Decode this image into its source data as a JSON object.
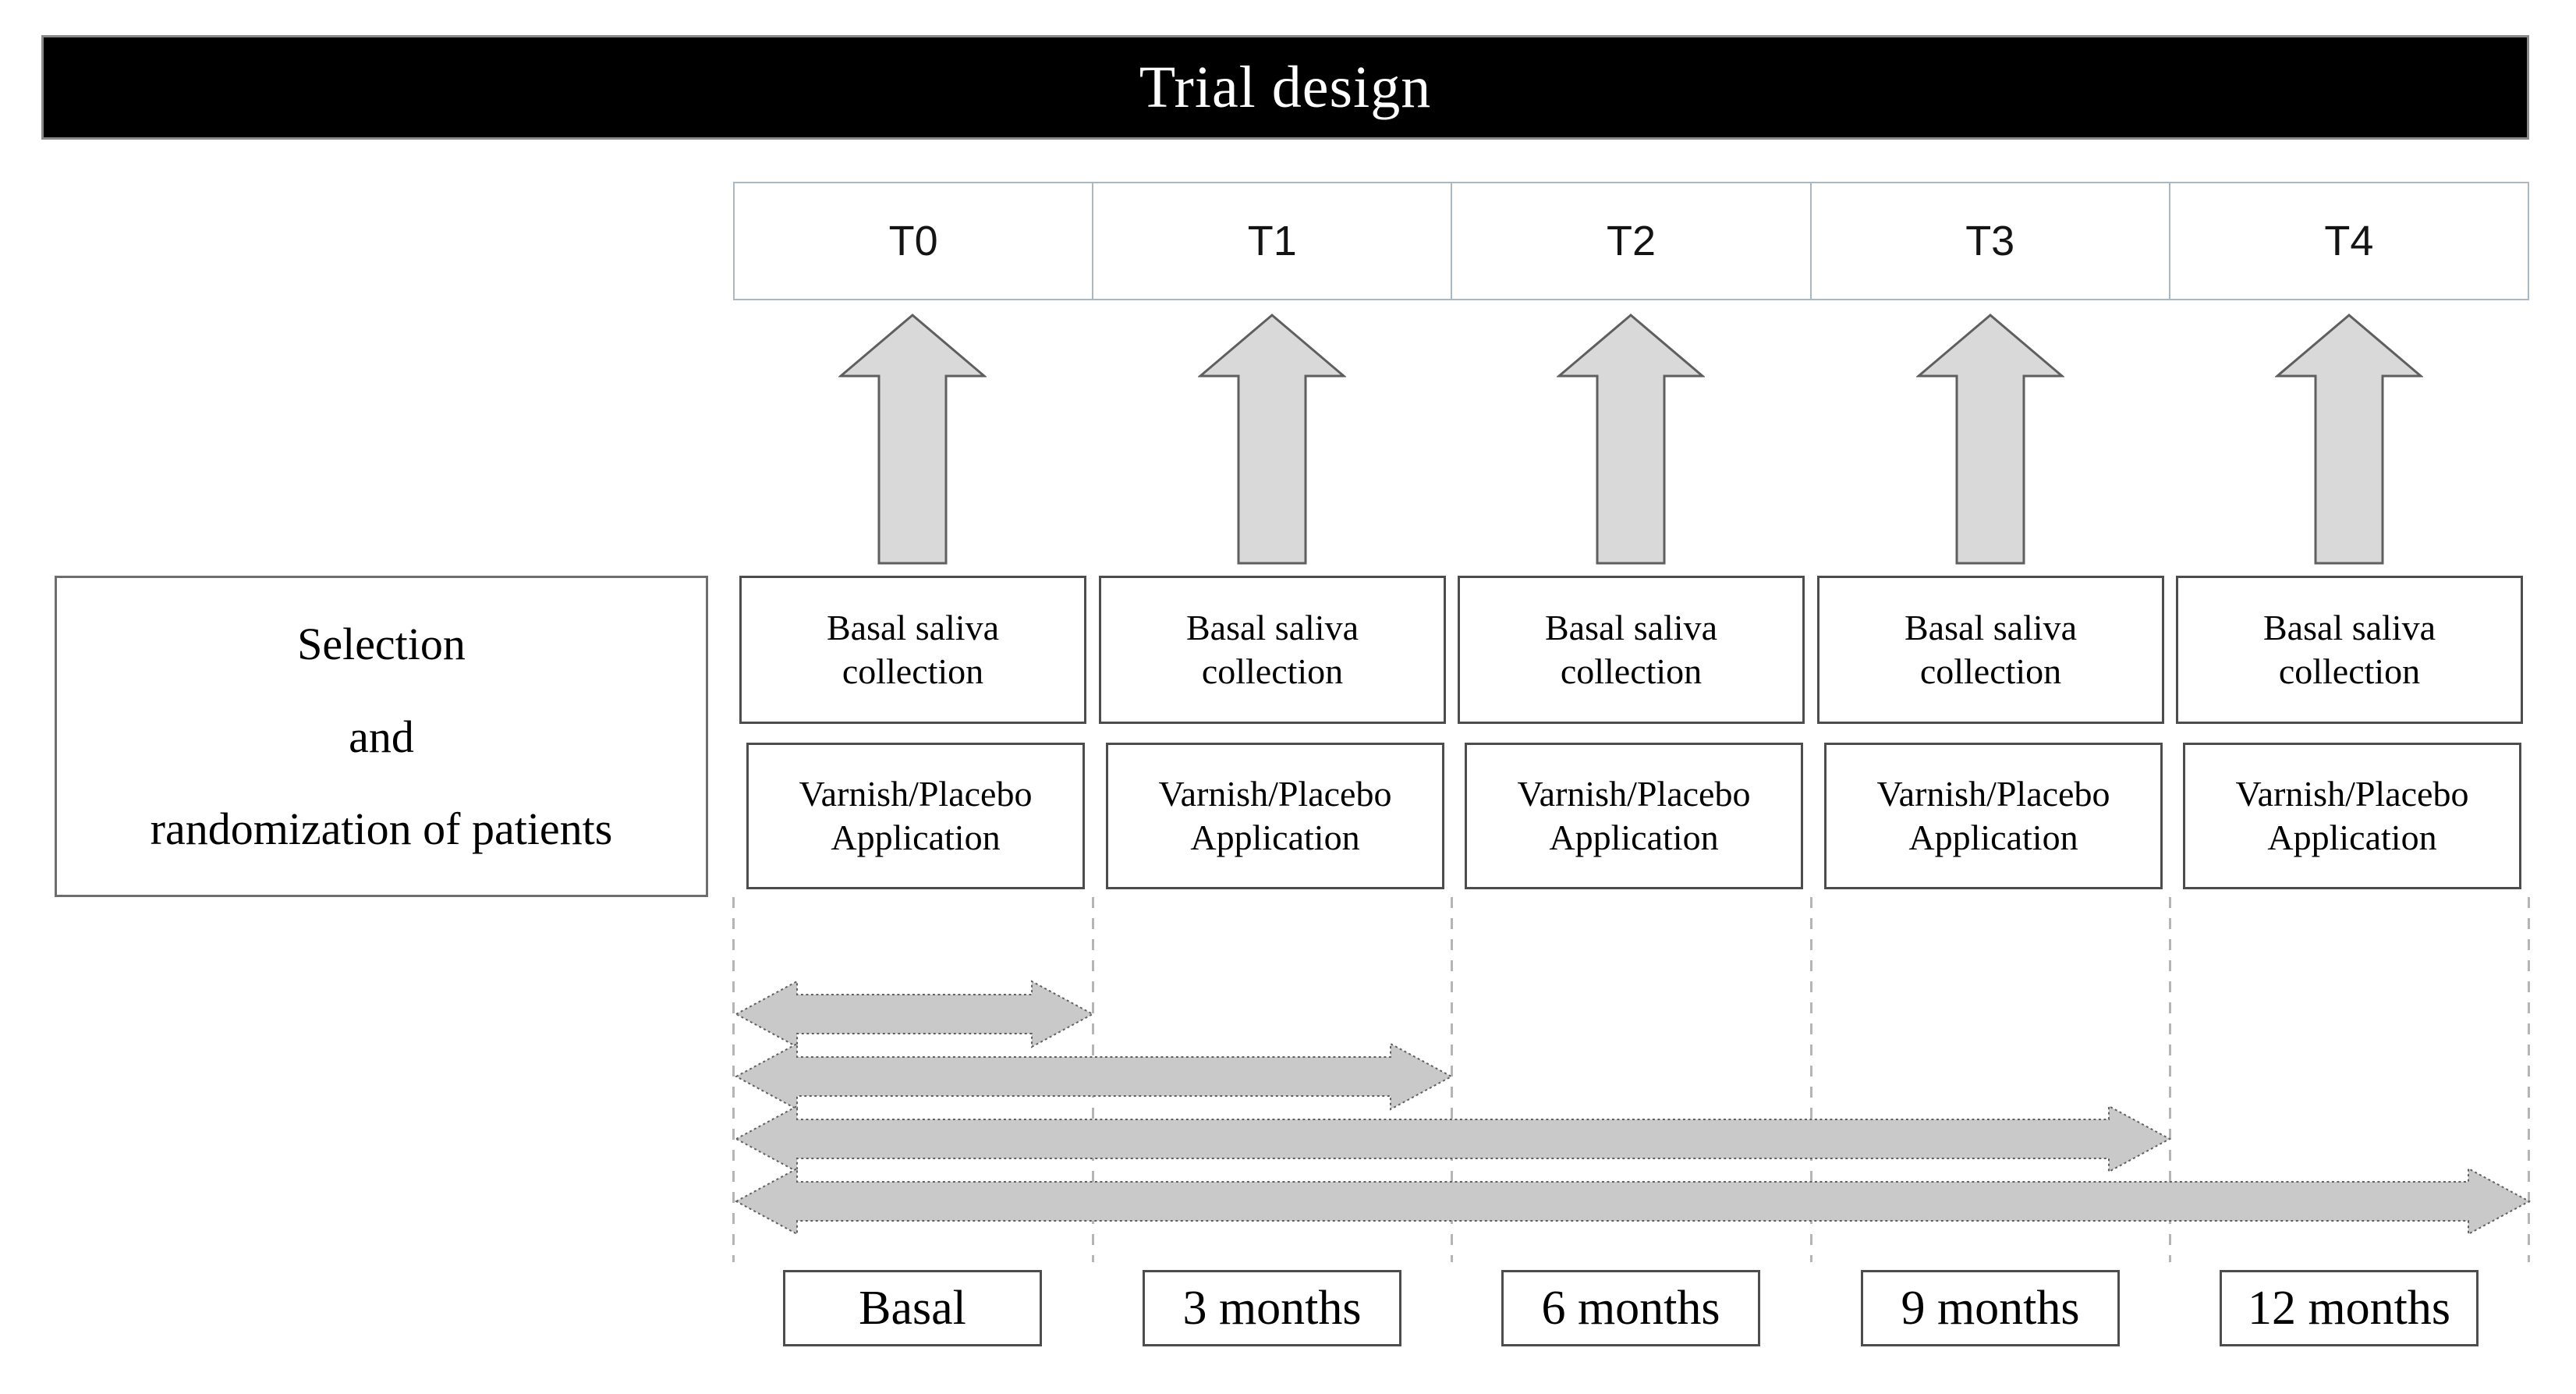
{
  "title": "Trial design",
  "columns": [
    {
      "timepoint": "T0",
      "period": "Basal",
      "collection": {
        "line1": "Basal saliva",
        "line2": "collection"
      },
      "application": {
        "line1": "Varnish/Placebo",
        "line2": "Application"
      }
    },
    {
      "timepoint": "T1",
      "period": "3 months",
      "collection": {
        "line1": "Basal saliva",
        "line2": "collection"
      },
      "application": {
        "line1": "Varnish/Placebo",
        "line2": "Application"
      }
    },
    {
      "timepoint": "T2",
      "period": "6 months",
      "collection": {
        "line1": "Basal saliva",
        "line2": "collection"
      },
      "application": {
        "line1": "Varnish/Placebo",
        "line2": "Application"
      }
    },
    {
      "timepoint": "T3",
      "period": "9 months",
      "collection": {
        "line1": "Basal saliva",
        "line2": "collection"
      },
      "application": {
        "line1": "Varnish/Placebo",
        "line2": "Application"
      }
    },
    {
      "timepoint": "T4",
      "period": "12 months",
      "collection": {
        "line1": "Basal saliva",
        "line2": "collection"
      },
      "application": {
        "line1": "Varnish/Placebo",
        "line2": "Application"
      }
    }
  ],
  "selection_box": {
    "line1": "Selection",
    "line2": "and",
    "line3": "randomization of patients"
  },
  "duration_arrows": [
    {
      "span_columns": 1,
      "covers_period_columns": [
        "Basal"
      ]
    },
    {
      "span_columns": 2,
      "covers_period_columns": [
        "Basal",
        "3 months"
      ]
    },
    {
      "span_columns": 4,
      "covers_period_columns": [
        "Basal",
        "3 months",
        "6 months",
        "9 months"
      ]
    },
    {
      "span_columns": 5,
      "covers_period_columns": [
        "Basal",
        "3 months",
        "6 months",
        "9 months",
        "12 months"
      ]
    }
  ],
  "colors": {
    "header_bg": "#000000",
    "header_text": "#ffffff",
    "timepoint_border": "#a9b8c2",
    "up_arrow_fill": "#d9d9d9",
    "up_arrow_border": "#5f5f5f",
    "duration_arrow_fill": "#c9c9c9",
    "duration_arrow_border": "#606060",
    "box_border": "#4d4d4d",
    "selection_border": "#6e6e6e",
    "dashed_line": "#b5b5b5",
    "title_bar_border": "#8a8a8a"
  }
}
